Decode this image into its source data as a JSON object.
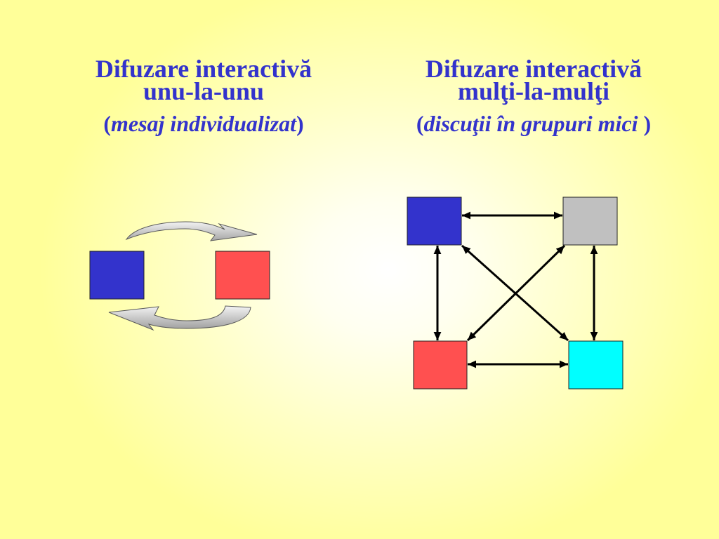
{
  "slide": {
    "left": {
      "title_line1": "Difuzare interactivă",
      "title_line2": "unu-la-unu",
      "subtitle_open": "(",
      "subtitle_italic": "mesaj individualizat",
      "subtitle_close": ")"
    },
    "right": {
      "title_line1": "Difuzare interactivă",
      "title_line2": "mulţi-la-mulţi",
      "subtitle_open": "(",
      "subtitle_italic": "discuţii în grupuri mici",
      "subtitle_close": " )"
    }
  },
  "colors": {
    "text": "#3333cc",
    "background": "#ffff99",
    "blue_box": "#3333cc",
    "red_box": "#ff5050",
    "gray_box": "#c0c0c0",
    "cyan_box": "#00ffff",
    "arrow_line": "#000000"
  }
}
